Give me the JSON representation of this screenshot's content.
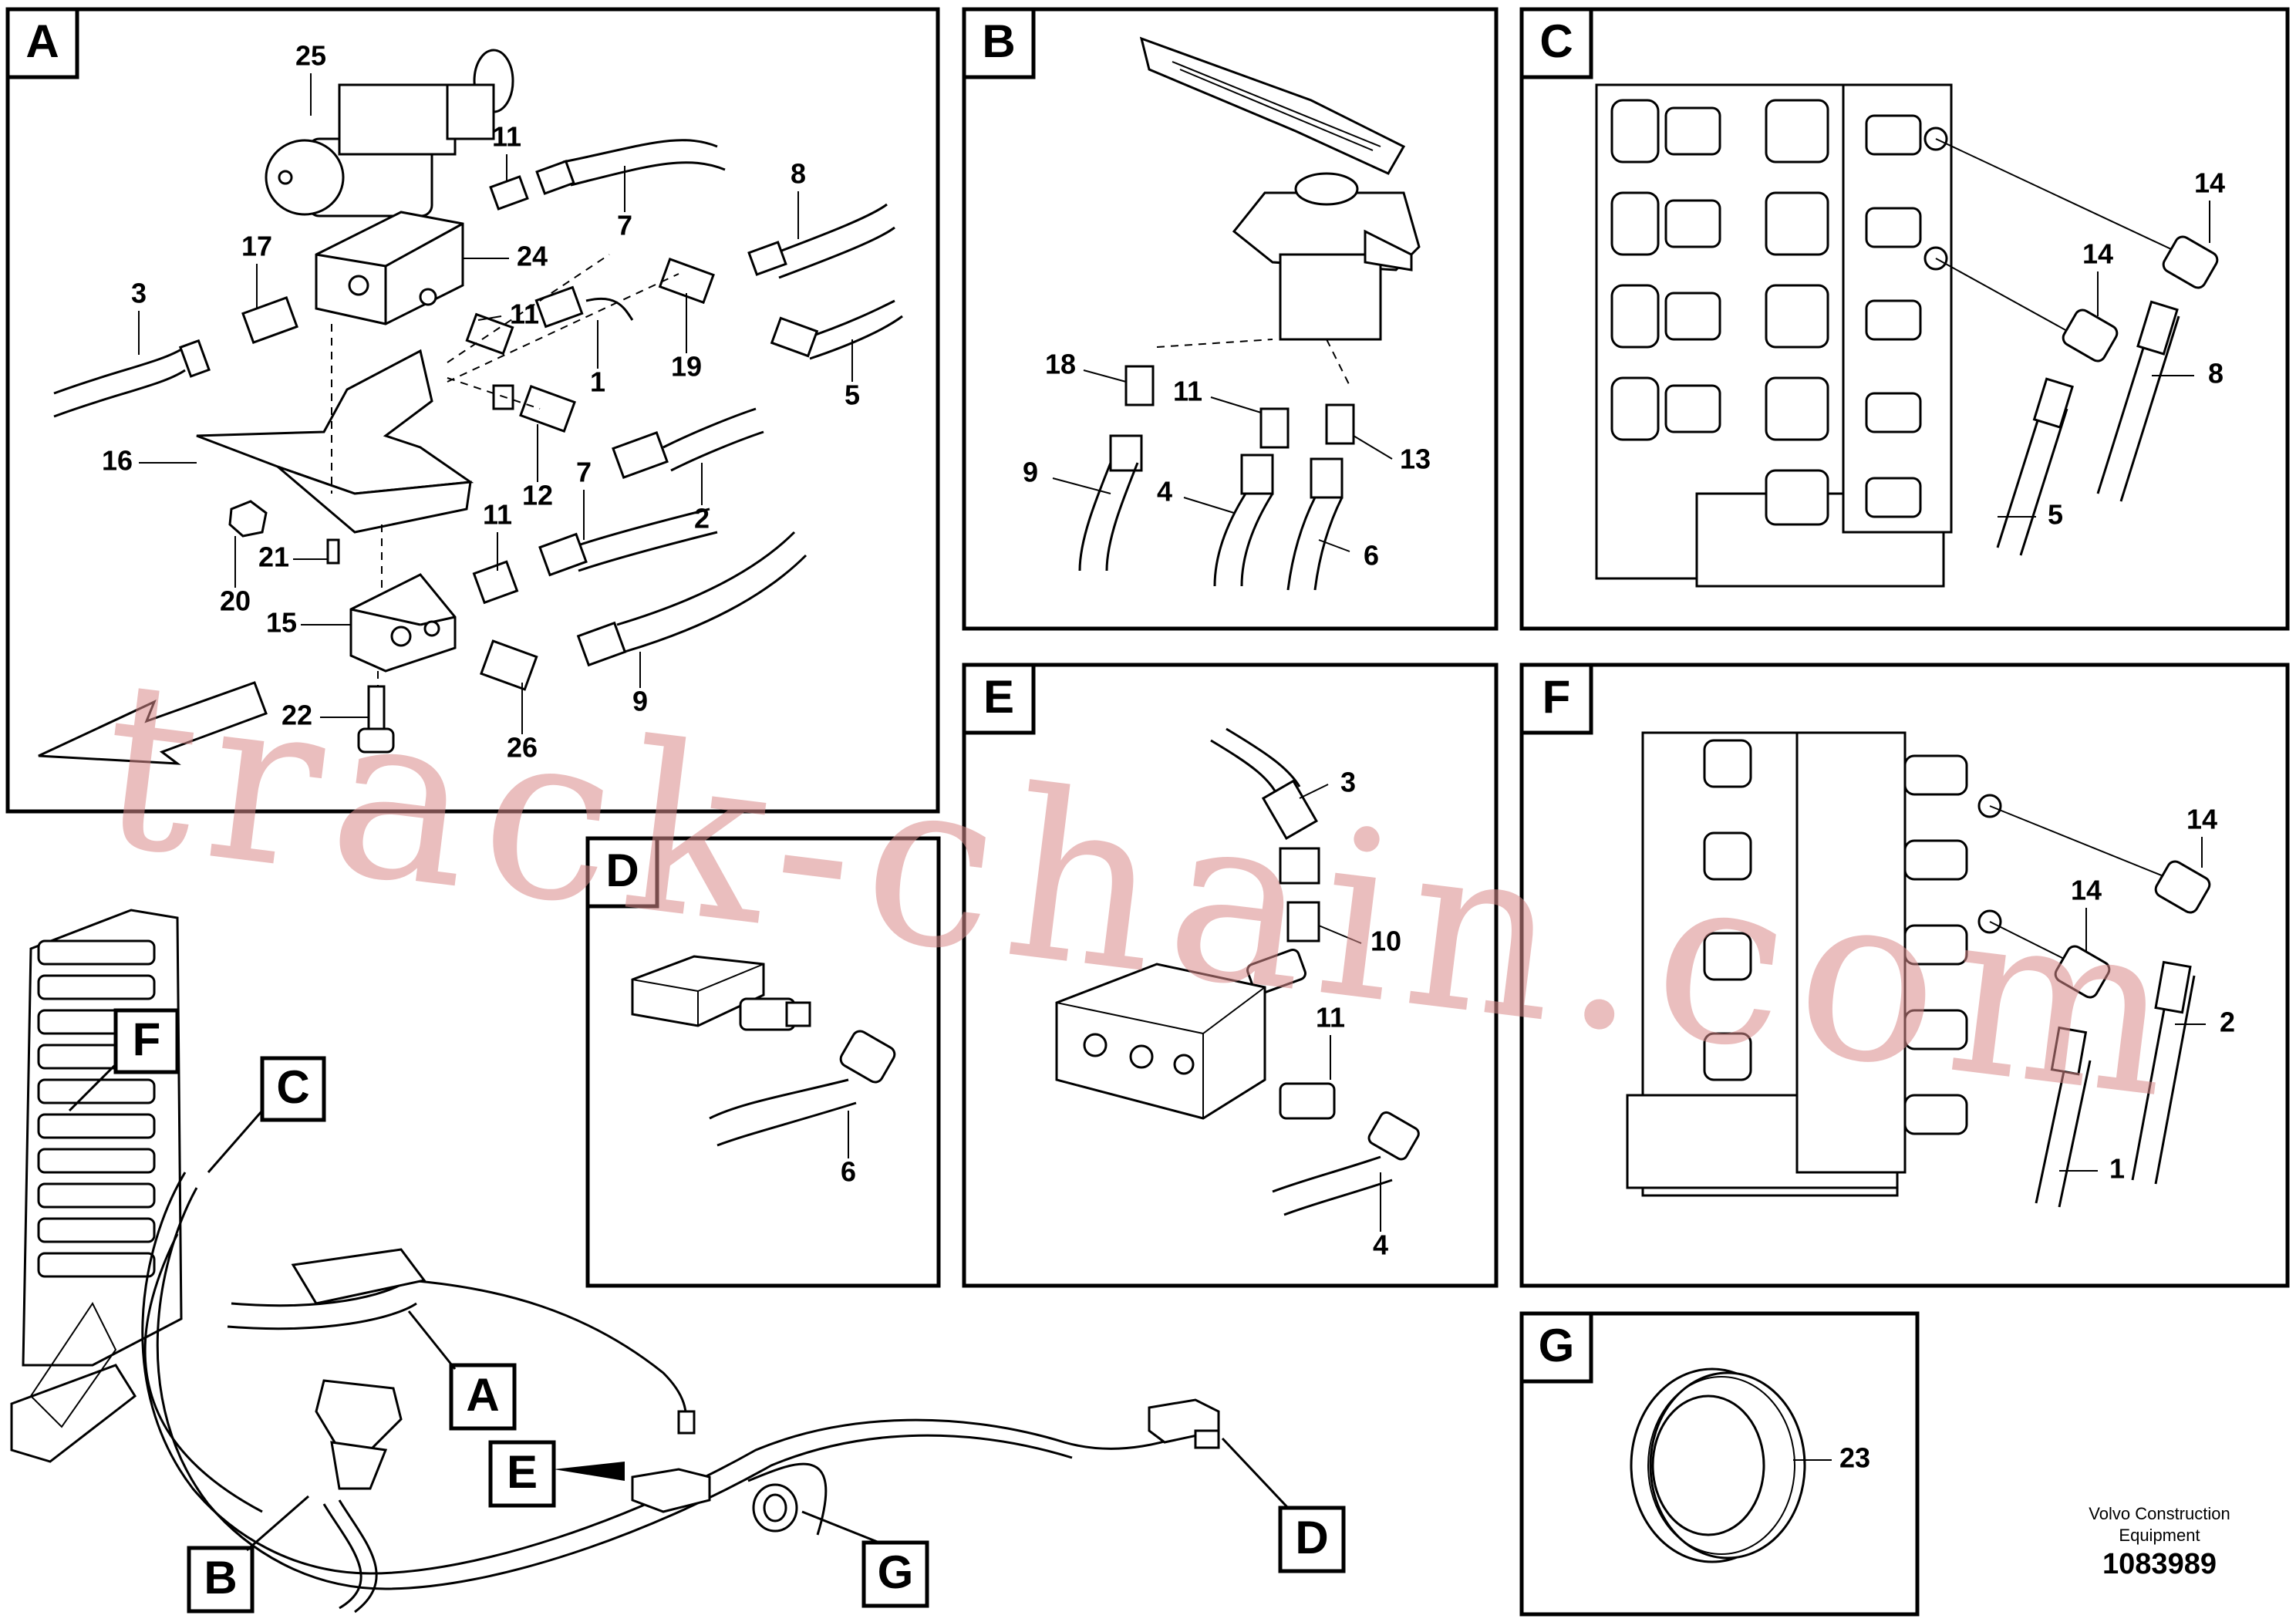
{
  "panels": {
    "A": {
      "letter": "A",
      "labels": [
        "25",
        "11",
        "7",
        "8",
        "17",
        "24",
        "3",
        "11",
        "1",
        "19",
        "5",
        "16",
        "12",
        "7",
        "2",
        "11",
        "21",
        "20",
        "15",
        "7",
        "9",
        "22",
        "26"
      ]
    },
    "B": {
      "letter": "B",
      "labels": [
        "18",
        "11",
        "13",
        "9",
        "4",
        "6"
      ]
    },
    "C": {
      "letter": "C",
      "labels": [
        "14",
        "14",
        "8",
        "5"
      ]
    },
    "D": {
      "letter": "D",
      "labels": [
        "6"
      ]
    },
    "E": {
      "letter": "E",
      "labels": [
        "3",
        "10",
        "11",
        "4"
      ]
    },
    "F": {
      "letter": "F",
      "labels": [
        "14",
        "14",
        "2",
        "1"
      ]
    },
    "G": {
      "letter": "G",
      "labels": [
        "23"
      ]
    }
  },
  "overview_callouts": [
    "F",
    "C",
    "A",
    "E",
    "B",
    "G",
    "D"
  ],
  "watermark": "track-chain.com",
  "footer": {
    "line1": "Volvo Construction",
    "line2": "Equipment",
    "drawing_number": "1083989"
  }
}
